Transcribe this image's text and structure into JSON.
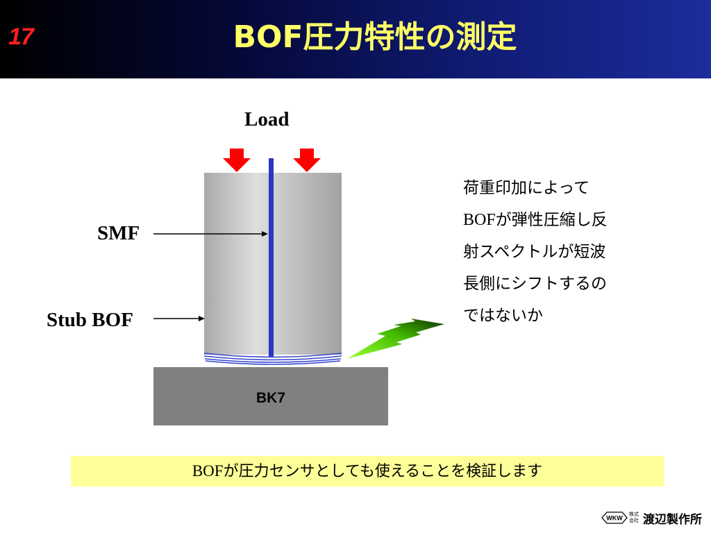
{
  "header": {
    "slide_number": "17",
    "title": "BOF圧力特性の測定"
  },
  "diagram": {
    "load_label": "Load",
    "smf_label": "SMF",
    "stub_label": "Stub BOF",
    "substrate_label": "BK7"
  },
  "explanation": {
    "line1": "荷重印加によって",
    "line2_latin": "BOF",
    "line2_rest": "が弾性圧縮し反",
    "line3": "射スペクトルが短波",
    "line4": "長側にシフトするの",
    "line5": "ではないか"
  },
  "note": {
    "latin": "BOF",
    "rest": "が圧力センサとしても使えることを検証します"
  },
  "logo": {
    "mark": "WKW",
    "small_top": "株式",
    "small_bottom": "会社",
    "name": "渡辺製作所"
  },
  "colors": {
    "header_dark": "#000000",
    "header_blue": "#1c2d9c",
    "title": "#ffff66",
    "slide_number": "#ff2020",
    "arrow_red": "#ff0000",
    "fiber_blue": "#2a36c4",
    "note_bg": "#ffff99",
    "lightning_green": "#66dd00"
  }
}
